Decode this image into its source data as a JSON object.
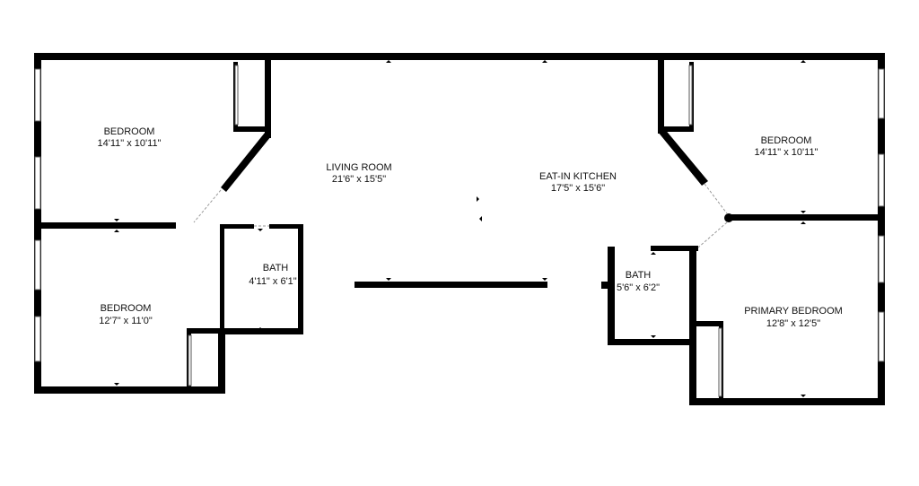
{
  "rooms": [
    {
      "id": "bedroom-nw",
      "name": "BEDROOM",
      "dims": "14'11\" x 10'11\""
    },
    {
      "id": "bedroom-sw",
      "name": "BEDROOM",
      "dims": "12'7\" x 11'0\""
    },
    {
      "id": "bath-left",
      "name": "BATH",
      "dims": "4'11\" x 6'1\""
    },
    {
      "id": "living-room",
      "name": "LIVING ROOM",
      "dims": "21'6\" x 15'5\""
    },
    {
      "id": "kitchen",
      "name": "EAT-IN KITCHEN",
      "dims": "17'5\" x 15'6\""
    },
    {
      "id": "bath-right",
      "name": "BATH",
      "dims": "5'6\" x 6'2\""
    },
    {
      "id": "bedroom-ne",
      "name": "BEDROOM",
      "dims": "14'11\" x 10'11\""
    },
    {
      "id": "primary-bedroom",
      "name": "PRIMARY BEDROOM",
      "dims": "12'8\" x 12'5\""
    }
  ]
}
